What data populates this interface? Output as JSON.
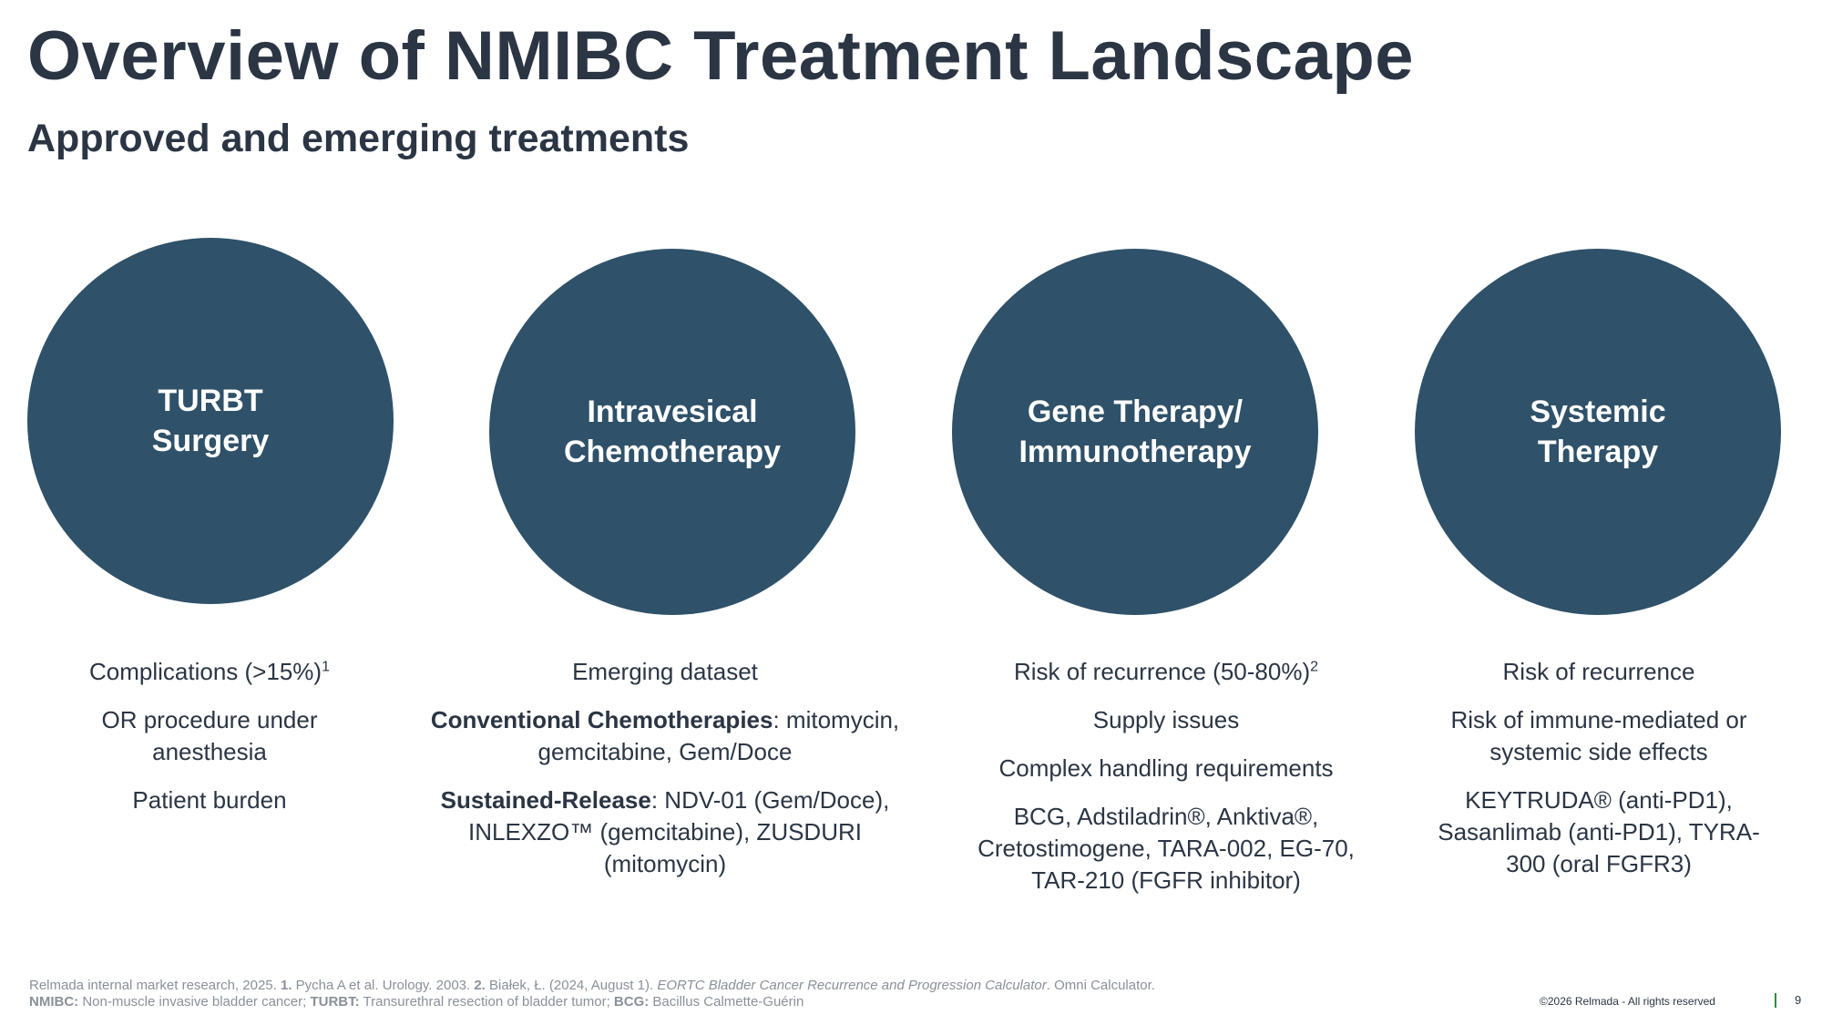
{
  "title": "Overview of NMIBC Treatment Landscape",
  "subtitle": "Approved and emerging treatments",
  "colors": {
    "circle": "#2f5169",
    "text": "#2b3544",
    "footnote": "#8a9099",
    "divider": "#2e8b3e"
  },
  "circles": [
    {
      "line1": "TURBT",
      "line2": "Surgery"
    },
    {
      "line1": "Intravesical",
      "line2": "Chemotherapy"
    },
    {
      "line1": "Gene Therapy/",
      "line2": "Immunotherapy"
    },
    {
      "line1": "Systemic",
      "line2": "Therapy"
    }
  ],
  "columns": {
    "turbt": {
      "complications": "Complications (>15%)",
      "complications_ref": "1",
      "or_procedure": "OR procedure under anesthesia",
      "patient_burden": "Patient burden"
    },
    "chemo": {
      "emerging": "Emerging dataset",
      "conventional_label": "Conventional Chemotherapies",
      "conventional_text": ": mitomycin, gemcitabine, Gem/Doce",
      "sustained_label": "Sustained-Release",
      "sustained_text": ": NDV-01 (Gem/Doce), INLEXZO™ (gemcitabine), ZUSDURI (mitomycin)"
    },
    "gene": {
      "risk": "Risk of recurrence (50-80%)",
      "risk_ref": "2",
      "supply": "Supply issues",
      "handling": "Complex handling requirements",
      "products": "BCG, Adstiladrin®, Anktiva®, Cretostimogene, TARA-002, EG-70, TAR-210 (FGFR inhibitor)"
    },
    "systemic": {
      "risk": "Risk of recurrence",
      "immune": "Risk of immune-mediated or systemic side effects",
      "products": "KEYTRUDA® (anti-PD1), Sasanlimab (anti-PD1), TYRA-300 (oral FGFR3)"
    }
  },
  "footnotes": {
    "line1_a": "Relmada internal market research, 2025. ",
    "ref1_num": "1.",
    "ref1_text": " Pycha A et al. Urology. 2003. ",
    "ref2_num": "2.",
    "ref2_text": " Białek, Ł. (2024, August 1). ",
    "ref2_title": "EORTC Bladder Cancer Recurrence and Progression Calculator",
    "ref2_source": ". Omni Calculator.",
    "abbr1_term": "NMIBC:",
    "abbr1_def": " Non-muscle invasive bladder cancer; ",
    "abbr2_term": "TURBT:",
    "abbr2_def": " Transurethral resection of bladder tumor; ",
    "abbr3_term": "BCG:",
    "abbr3_def": " Bacillus Calmette-Guérin"
  },
  "copyright": "©2026 Relmada - All rights reserved",
  "page_number": "9"
}
